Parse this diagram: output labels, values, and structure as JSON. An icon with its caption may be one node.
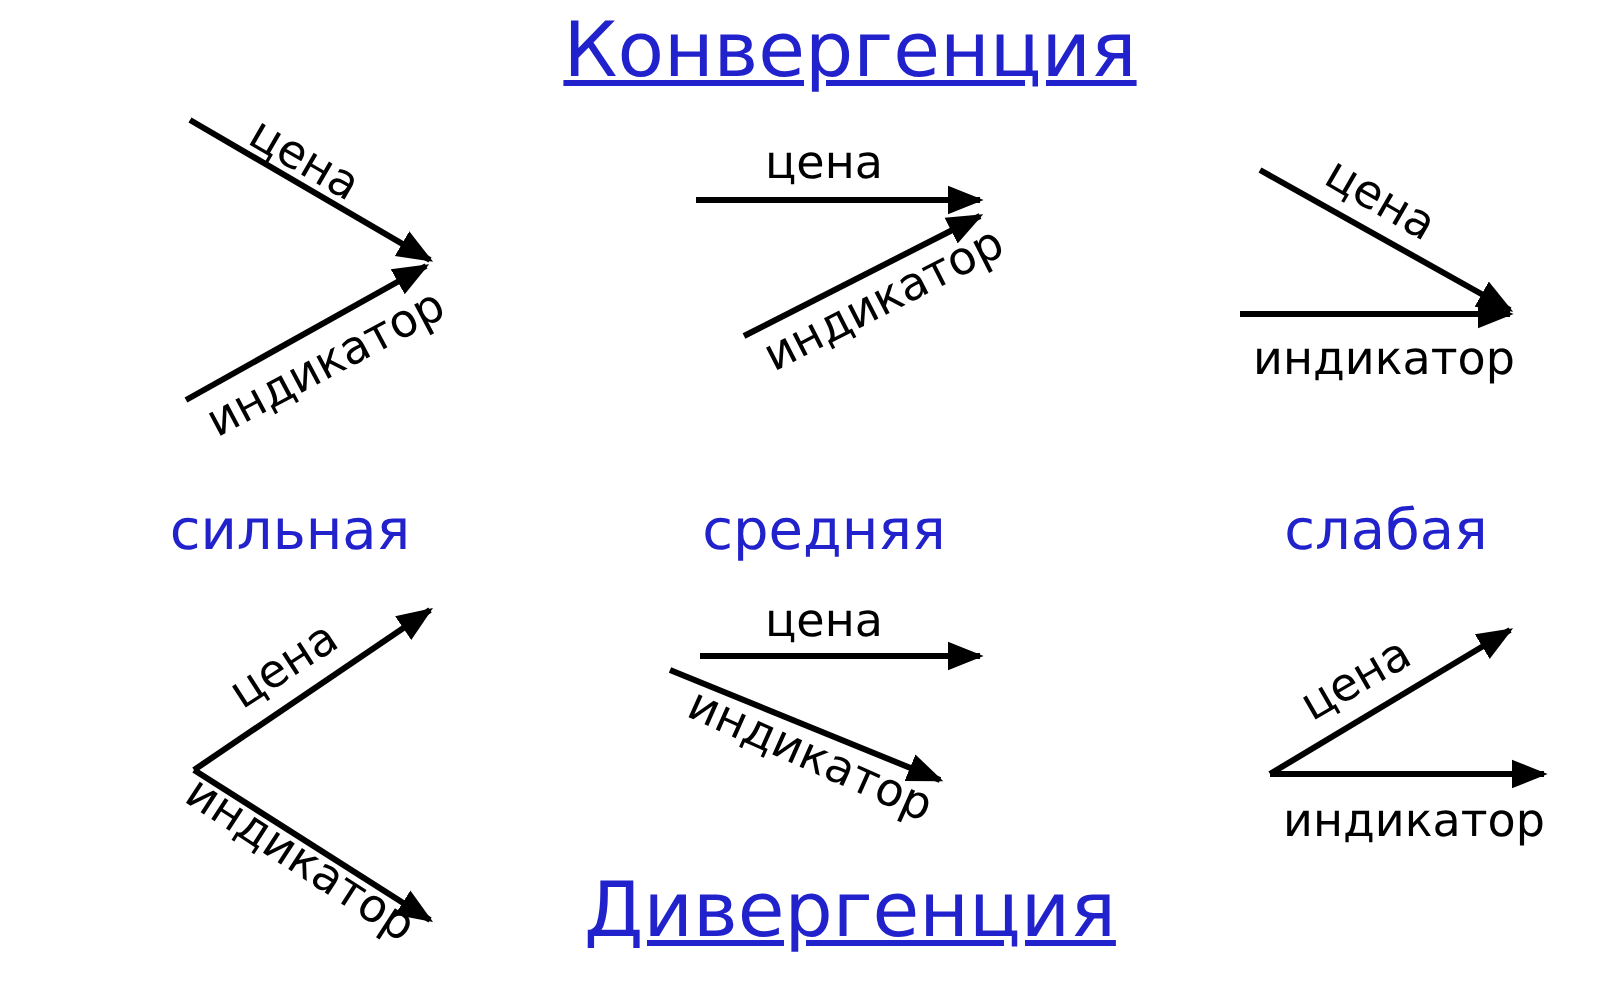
{
  "diagram": {
    "title": "Конвергенция",
    "caption": "Дивергенция",
    "labels": [
      "цена",
      "индикатор",
      "цена",
      "индикатор",
      "цена",
      "индикатор",
      "сильная",
      "средняя",
      "слабая",
      "цена",
      "индикатор",
      "цена",
      "индикатор",
      "цена",
      "индикатор"
    ]
  }
}
